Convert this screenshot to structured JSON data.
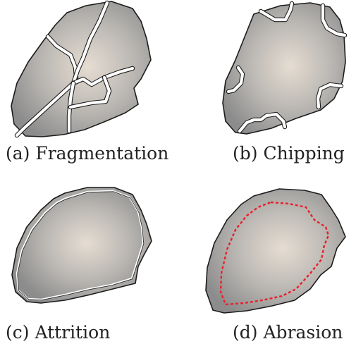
{
  "panels": [
    {
      "id": "a",
      "caption": "(a) Fragmentation"
    },
    {
      "id": "b",
      "caption": "(b) Chipping"
    },
    {
      "id": "c",
      "caption": "(c) Attrition"
    },
    {
      "id": "d",
      "caption": "(d) Abrasion"
    }
  ],
  "colors": {
    "particle_center": "#e6ddd2",
    "particle_edge": "#8c8c8c",
    "outline": "#1c1c1c",
    "crack": "#ffffff",
    "abrasion_line": "#e8202c"
  }
}
